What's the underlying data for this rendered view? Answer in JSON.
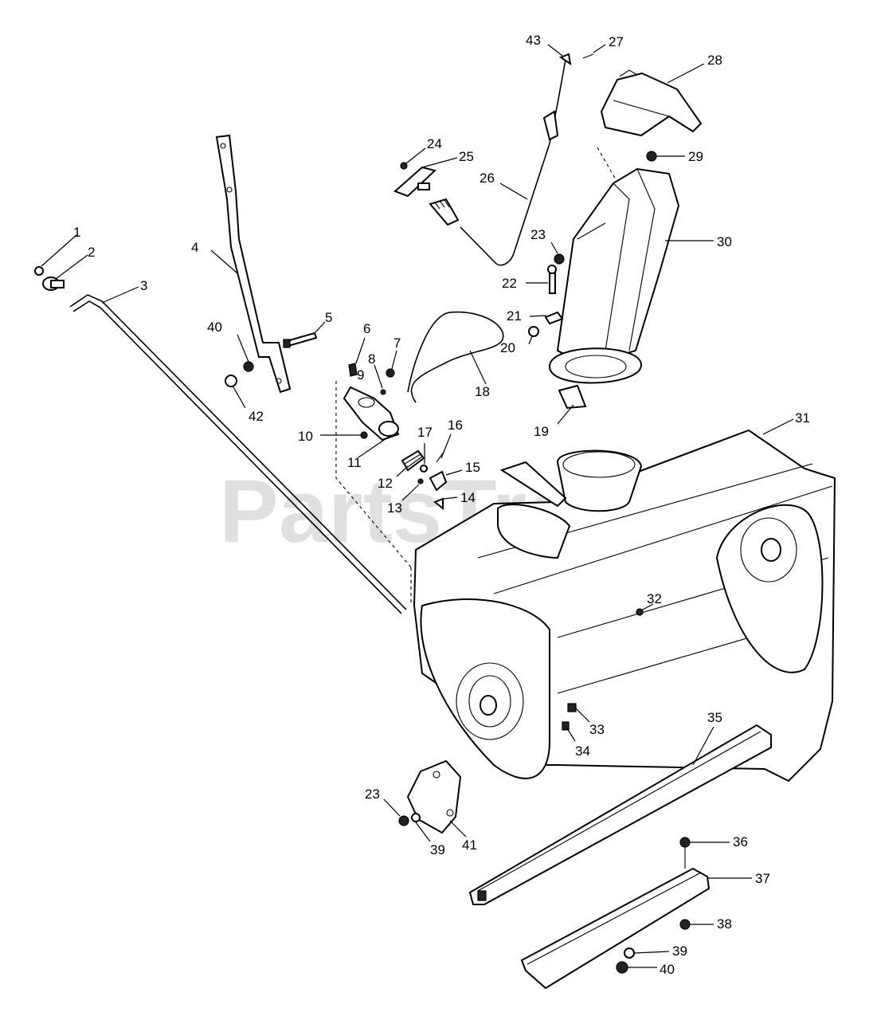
{
  "watermark": "PartsTree",
  "callouts": [
    "1",
    "2",
    "3",
    "4",
    "5",
    "6",
    "7",
    "8",
    "9",
    "10",
    "11",
    "12",
    "13",
    "14",
    "15",
    "16",
    "17",
    "18",
    "19",
    "20",
    "21",
    "22",
    "23",
    "24",
    "25",
    "26",
    "27",
    "28",
    "29",
    "30",
    "31",
    "32",
    "33",
    "34",
    "35",
    "36",
    "37",
    "38",
    "39",
    "40",
    "41",
    "42",
    "43",
    "23",
    "39",
    "40"
  ]
}
